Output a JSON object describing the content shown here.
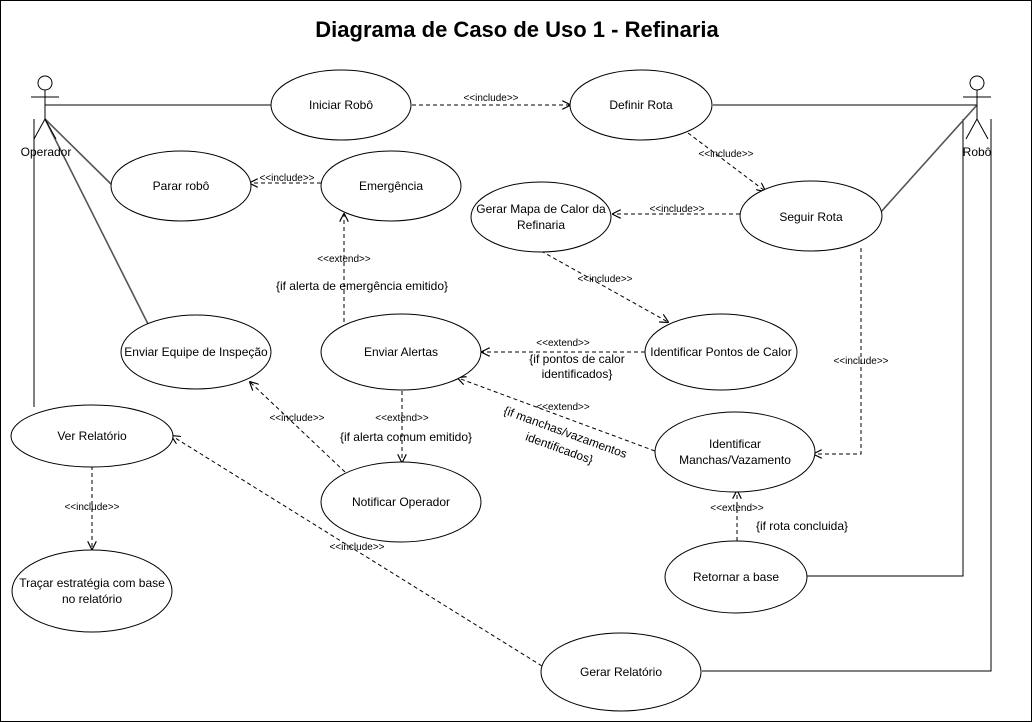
{
  "diagram": {
    "title": "Diagrama de Caso de Uso 1 - Refinaria",
    "actors": {
      "operador": "Operador",
      "robo": "Robô"
    },
    "use_cases": {
      "iniciar_robo": "Iniciar Robô",
      "definir_rota": "Definir Rota",
      "parar_robo": "Parar robô",
      "emergencia": "Emergência",
      "gerar_mapa_l1": "Gerar Mapa de Calor da",
      "gerar_mapa_l2": "Refinaria",
      "seguir_rota": "Seguir Rota",
      "enviar_equipe": "Enviar Equipe de Inspeção",
      "enviar_alertas": "Enviar Alertas",
      "identificar_pontos": "Identificar Pontos de Calor",
      "ver_relatorio": "Ver Relatório",
      "identificar_manchas_l1": "Identificar",
      "identificar_manchas_l2": "Manchas/Vazamento",
      "notificar_operador": "Notificar Operador",
      "tracar_estrategia_l1": "Traçar estratégia com base",
      "tracar_estrategia_l2": "no relatório",
      "retornar_base": "Retornar a base",
      "gerar_relatorio": "Gerar Relatório"
    },
    "stereotypes": {
      "include": "<<include>>",
      "extend": "<<extend>>"
    },
    "guards": {
      "alerta_emergencia": "{if alerta de emergência emitido}",
      "pontos_calor_l1": "{if pontos de calor",
      "pontos_calor_l2": "identificados}",
      "manchas_l1": "{if manchas/vazamentos",
      "manchas_l2": "identificados}",
      "alerta_comum": "{if alerta comum emitido}",
      "rota_concluida": "{if rota concluida}"
    }
  }
}
